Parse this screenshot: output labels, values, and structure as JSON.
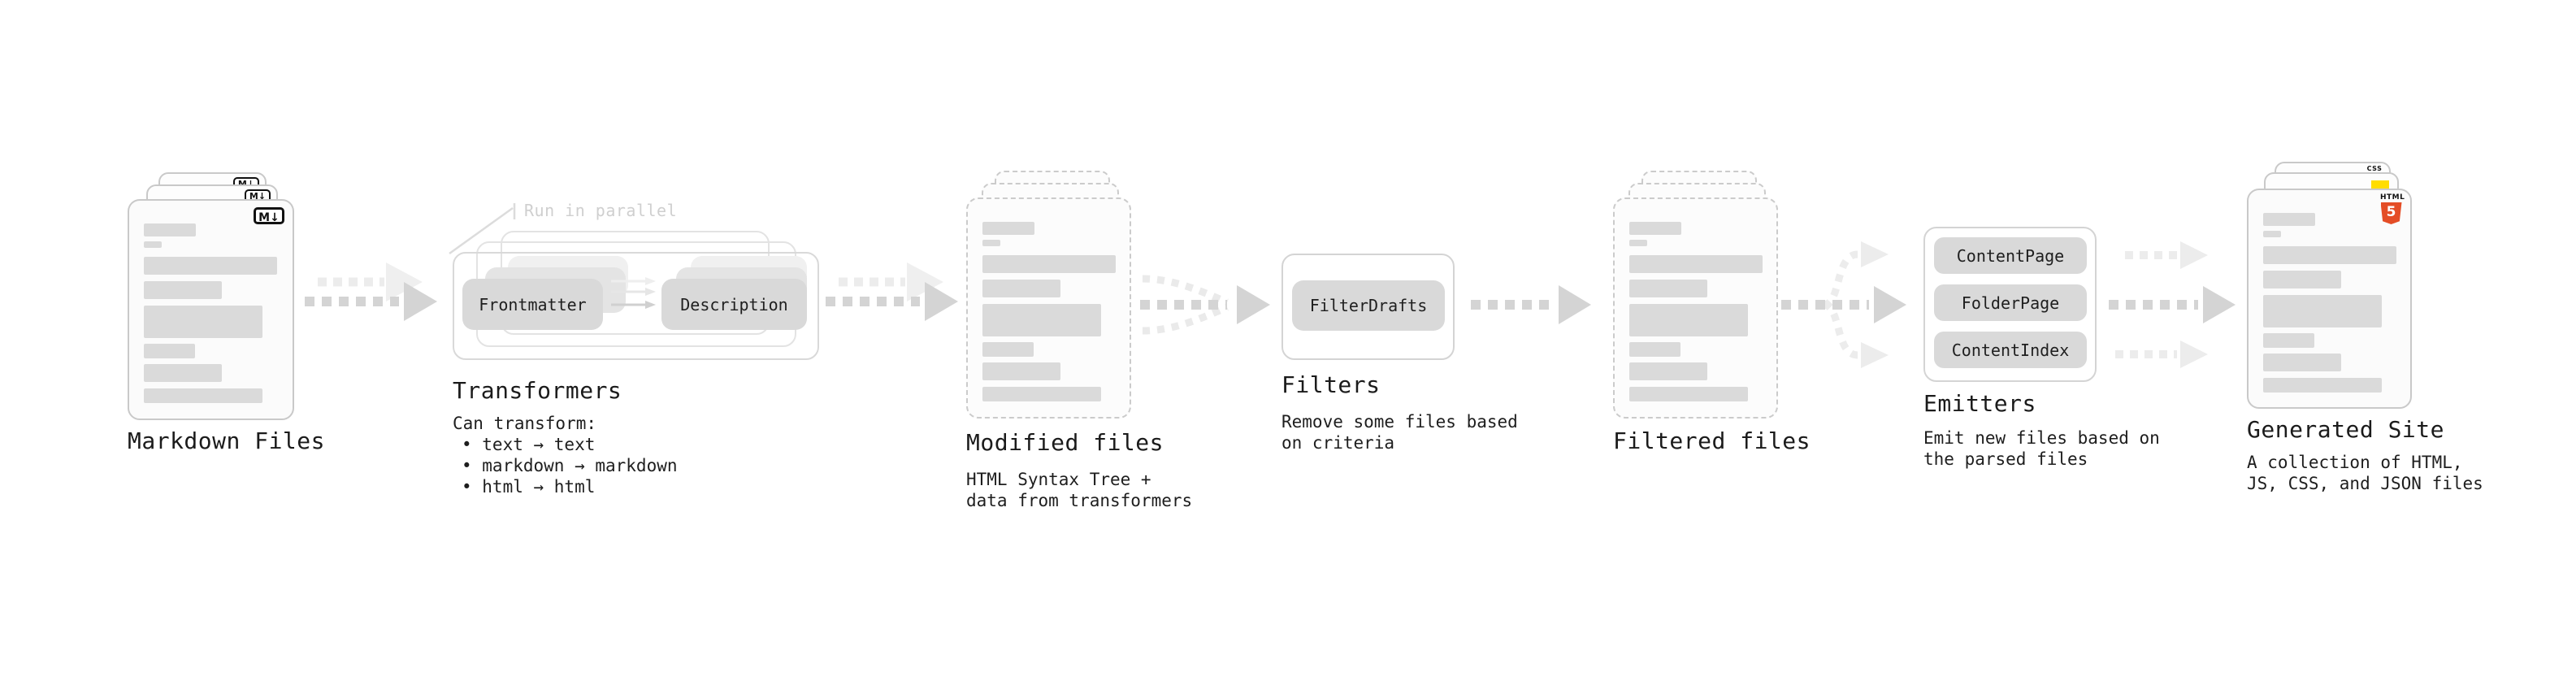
{
  "stages": {
    "markdown": {
      "label": "Markdown Files",
      "badge": "M↓"
    },
    "transformers": {
      "label": "Transformers",
      "annotation": "Run in parallel",
      "pill_frontmatter": "Frontmatter",
      "pill_description": "Description",
      "sub_title": "Can transform:",
      "bullet_1": "• text → text",
      "bullet_2": "• markdown → markdown",
      "bullet_3": "• html → html"
    },
    "modified": {
      "label": "Modified files",
      "sub": "HTML Syntax Tree +\ndata from transformers"
    },
    "filters": {
      "label": "Filters",
      "pill_filterdrafts": "FilterDrafts",
      "sub": "Remove some files based\non criteria"
    },
    "filtered": {
      "label": "Filtered files"
    },
    "emitters": {
      "label": "Emitters",
      "pill_contentpage": "ContentPage",
      "pill_folderpage": "FolderPage",
      "pill_contentindex": "ContentIndex",
      "sub": "Emit new files based on\nthe parsed files"
    },
    "generated": {
      "label": "Generated Site",
      "sub": "A collection of HTML,\nJS, CSS, and JSON files",
      "badge_html_label": "HTML",
      "badge_html_number": "5",
      "badge_css_label": "CSS"
    }
  },
  "colors": {
    "arrow_dark": "#d4d4d4",
    "arrow_light": "#ececec",
    "pill_bg": "#d9d9d9",
    "placeholder_bar": "#dadada",
    "annotation_text": "#cfcfcf",
    "text": "#1b1b1b",
    "html5_orange": "#e44d26",
    "js_yellow": "#ffdd00",
    "css_blue": "#2962ff"
  }
}
